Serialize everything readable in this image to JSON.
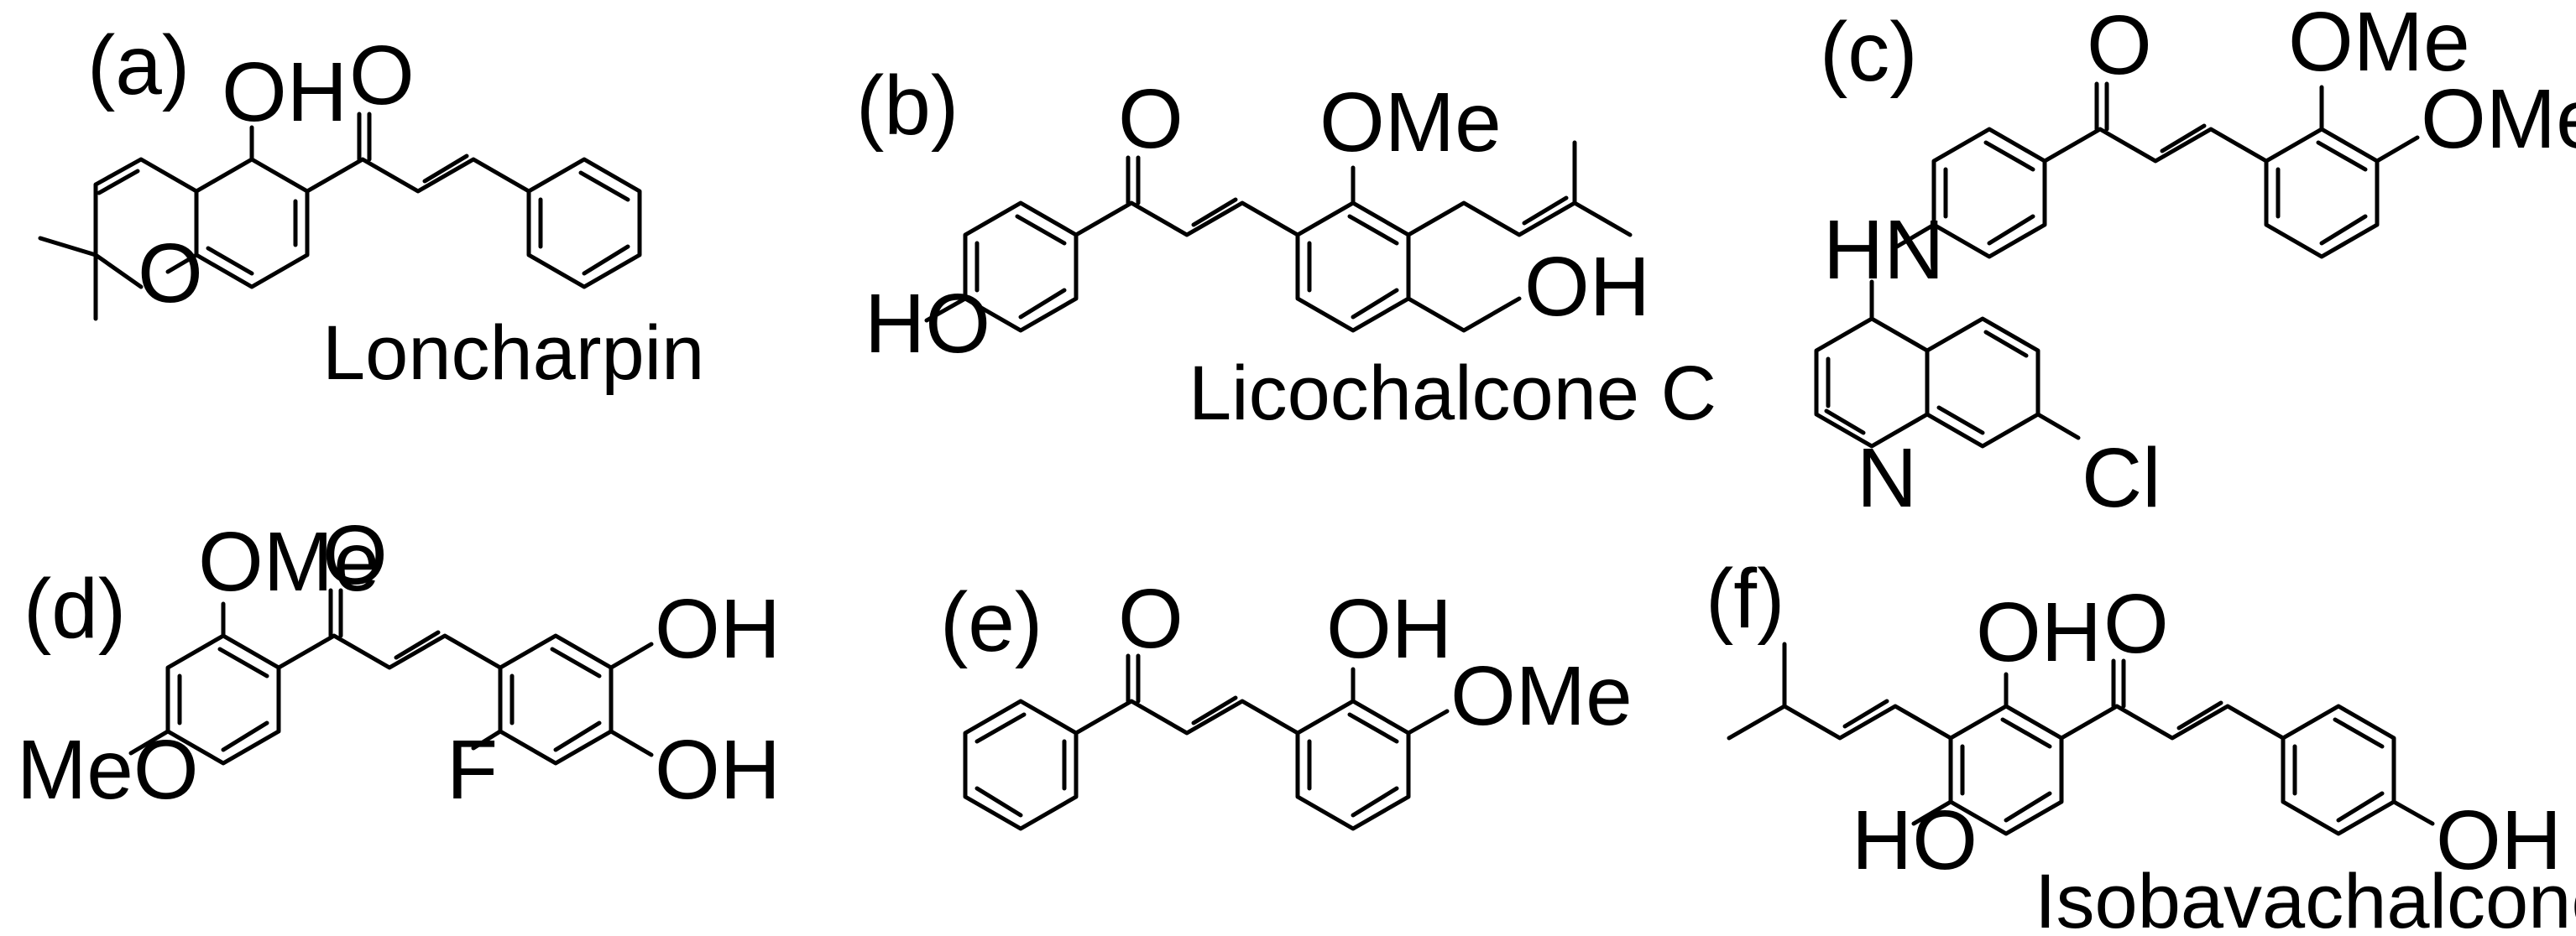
{
  "panels": {
    "a": {
      "label": "(a)",
      "name": "Loncharpin",
      "atoms": {
        "hydroxyl": "OH",
        "carbonyl_o": "O",
        "ring_o": "O"
      }
    },
    "b": {
      "label": "(b)",
      "name": "Licochalcone C",
      "atoms": {
        "hydroxyl": "HO",
        "carbonyl_o": "O",
        "methoxy": "OMe",
        "hydroxymethyl": "OH"
      }
    },
    "c": {
      "label": "(c)",
      "atoms": {
        "carbonyl_o": "O",
        "methoxy_1": "OMe",
        "methoxy_2": "OMe",
        "amine": "HN",
        "ring_n": "N",
        "chloro": "Cl"
      }
    },
    "d": {
      "label": "(d)",
      "atoms": {
        "methoxy_1": "OMe",
        "methoxy_2": "MeO",
        "carbonyl_o": "O",
        "hydroxyl_1": "OH",
        "hydroxyl_2": "OH",
        "fluoro": "F"
      }
    },
    "e": {
      "label": "(e)",
      "atoms": {
        "carbonyl_o": "O",
        "hydroxyl": "OH",
        "methoxy": "OMe"
      }
    },
    "f": {
      "label": "(f)",
      "name": "Isobavachalcone",
      "atoms": {
        "hydroxyl_1": "OH",
        "hydroxyl_2": "HO",
        "hydroxyl_3": "OH",
        "carbonyl_o": "O"
      }
    }
  }
}
